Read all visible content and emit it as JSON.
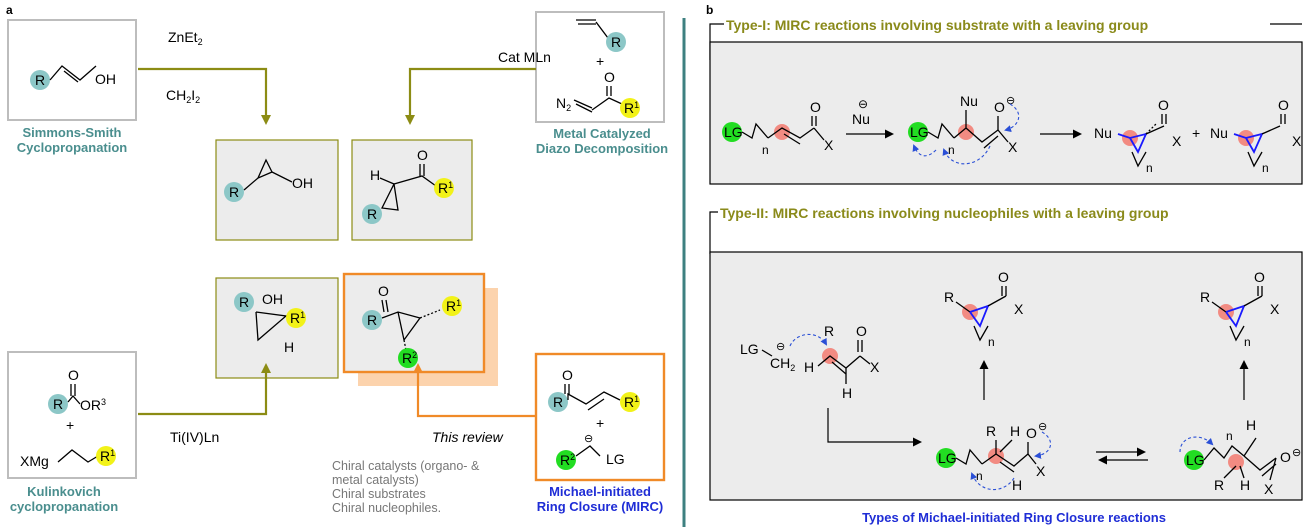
{
  "panel_a": {
    "label": "a",
    "reagents": {
      "zn": "ZnEt",
      "zn_sub": "2",
      "ch": "CH",
      "ch_sub1": "2",
      "i": "I",
      "i_sub": "2",
      "cat": "Cat MLn",
      "ti": "Ti(IV)Ln"
    },
    "methods": {
      "ss_line1": "Simmons-Smith",
      "ss_line2": "Cyclopropanation",
      "mc_line1": "Metal Catalyzed",
      "mc_line2": "Diazo Decomposition",
      "ku_line1": "Kulinkovich",
      "ku_line2": "cyclopropanation",
      "mirc_line1": "Michael-initiated",
      "mirc_line2": "Ring Closure (MIRC)"
    },
    "review": "This review",
    "chiral": [
      "Chiral catalysts (organo- &",
      "metal catalysts)",
      "Chiral substrates",
      "Chiral nucleophiles."
    ],
    "atoms": {
      "R": "R",
      "R1": "R",
      "one": "1",
      "R2": "R",
      "two": "2",
      "OH": "OH",
      "O": "O",
      "H": "H",
      "OR3": "OR",
      "three": "3",
      "XMg": "XMg",
      "LG": "LG",
      "N2": "N",
      "plus": "+",
      "minus": "⊖"
    }
  },
  "panel_b": {
    "label": "b",
    "type1": "Type-I: MIRC reactions involving substrate with a leaving group",
    "type2": "Type-II: MIRC reactions involving nucleophiles with a leaving group",
    "caption": "Types of Michael-initiated Ring Closure reactions",
    "atoms": {
      "LG": "LG",
      "n": "n",
      "X": "X",
      "O": "O",
      "Nu": "Nu",
      "H": "H",
      "R": "R",
      "CH2": "CH",
      "two": "2",
      "plus": "+",
      "minus": "⊖"
    }
  },
  "colors": {
    "teal": "#4a8e8e",
    "blue": "#1f2dd6",
    "olive": "#8a8a1a",
    "orange": "#f08a28",
    "arrow_olive": "#8c8c14",
    "r_circle": "#8cc7c7",
    "r1_circle": "#f2f218",
    "green_circle": "#22dd22",
    "pink_circle": "#f28b82"
  }
}
